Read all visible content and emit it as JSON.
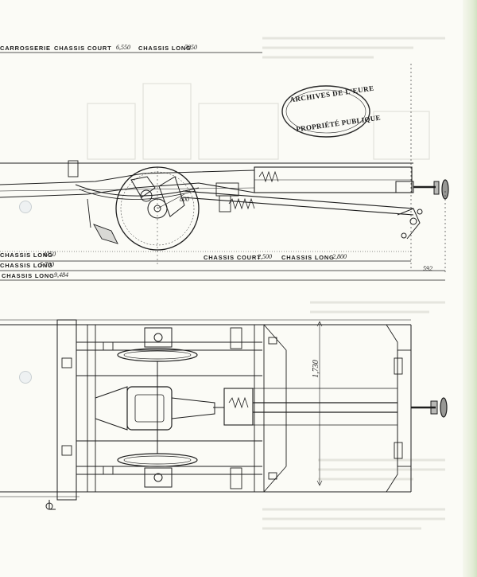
{
  "stamp": {
    "text_top": "ARCHIVES DE L'EURE",
    "text_bottom": "PROPRIÉTÉ PUBLIQUE"
  },
  "elevation": {
    "top_row": {
      "carrosserie": "CARROSSERIE",
      "court_label": "CHASSIS COURT",
      "court_value": "6,550",
      "long_label": "CHASSIS LONG",
      "long_value": "7050"
    },
    "wheel_dim": "800",
    "wheelbase_row": {
      "court_label": "CHASSIS COURT",
      "court_value": "2,500",
      "long_label": "CHASSIS LONG",
      "long_value": "2,800"
    },
    "left_rows": [
      {
        "label": "CHASSIS LONG",
        "value": "4750"
      },
      {
        "label": "CHASSIS LONG",
        "value": "5,700"
      },
      {
        "label": "CHASSIS LONG",
        "value": "9,484"
      }
    ],
    "overhang": "592"
  },
  "plan": {
    "width_dim": "1,730"
  },
  "colors": {
    "paper": "#fbfbf6",
    "ink": "#1e1e1e",
    "faint_ink": "#d8d8d2",
    "edge_green": "#cfe0bf"
  }
}
